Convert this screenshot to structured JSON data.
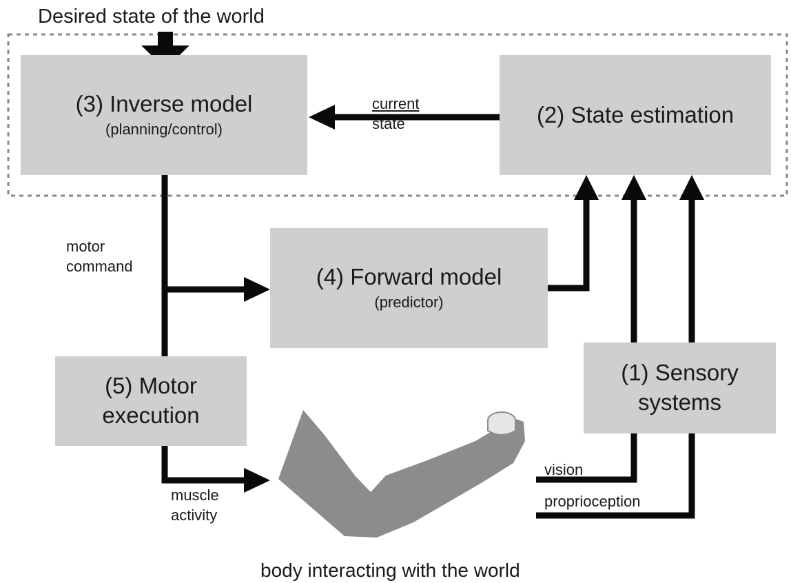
{
  "header": {
    "desired_state": "Desired state of the world"
  },
  "boxes": {
    "inverse_model": {
      "title": "(3) Inverse model",
      "subtitle": "(planning/control)"
    },
    "state_estimation": {
      "title": "(2) State estimation"
    },
    "forward_model": {
      "title": "(4) Forward model",
      "subtitle": "(predictor)"
    },
    "motor_execution": {
      "title_line1": "(5) Motor",
      "title_line2": "execution"
    },
    "sensory_systems": {
      "title_line1": "(1) Sensory",
      "title_line2": "systems"
    }
  },
  "signals": {
    "current_state_line1": "current",
    "current_state_line2": "state",
    "motor_command_line1": "motor",
    "motor_command_line2": "command",
    "muscle_activity_line1": "muscle",
    "muscle_activity_line2": "activity",
    "vision": "vision",
    "proprioception": "proprioception"
  },
  "footer": {
    "caption": "body interacting with the world"
  },
  "colors": {
    "box_fill": "#cfcfcf",
    "arrow": "#0a0a0a",
    "dashed_border": "#888888",
    "arm_fill": "#8c8c8c",
    "cup_fill": "#e6e6e6"
  }
}
